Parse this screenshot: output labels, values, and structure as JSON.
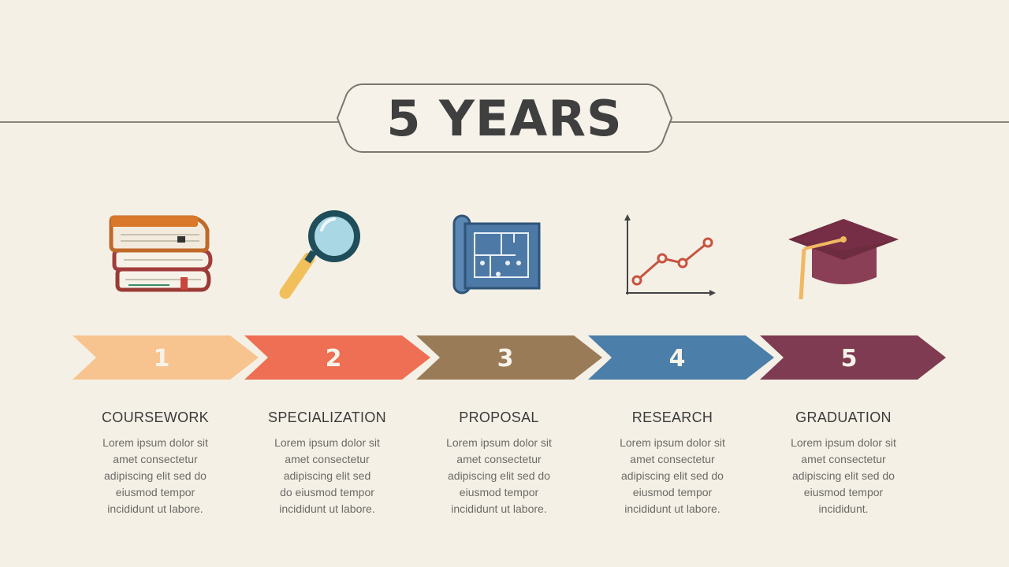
{
  "title": "5 YEARS",
  "colors": {
    "background": "#f4f0e6",
    "step1": "#f7c48f",
    "step2": "#ee6f53",
    "step3": "#9a7b58",
    "step4": "#4b7ea8",
    "step5": "#7f3b52"
  },
  "steps": [
    {
      "number": "1",
      "icon": "books-icon",
      "title": "COURSEWORK",
      "lines": [
        "Lorem ipsum dolor sit",
        "amet consectetur",
        "adipiscing elit sed do",
        "eiusmod tempor",
        "incididunt ut labore."
      ]
    },
    {
      "number": "2",
      "icon": "magnifier-icon",
      "title": "SPECIALIZATION",
      "lines": [
        "Lorem ipsum dolor sit",
        "amet consectetur",
        "adipiscing elit sed",
        "do eiusmod tempor",
        "incididunt ut labore."
      ]
    },
    {
      "number": "3",
      "icon": "blueprint-icon",
      "title": "PROPOSAL",
      "lines": [
        "Lorem ipsum dolor sit",
        "amet consectetur",
        "adipiscing elit sed do",
        "eiusmod tempor",
        "incididunt ut labore."
      ]
    },
    {
      "number": "4",
      "icon": "line-chart-icon",
      "title": "RESEARCH",
      "lines": [
        "Lorem ipsum dolor sit",
        "amet consectetur",
        "adipiscing elit sed do",
        "eiusmod tempor",
        "incididunt ut labore."
      ]
    },
    {
      "number": "5",
      "icon": "graduation-cap-icon",
      "title": "GRADUATION",
      "lines": [
        "Lorem ipsum dolor sit",
        "amet consectetur",
        "adipiscing elit sed do",
        "eiusmod tempor",
        "incididunt."
      ]
    }
  ]
}
